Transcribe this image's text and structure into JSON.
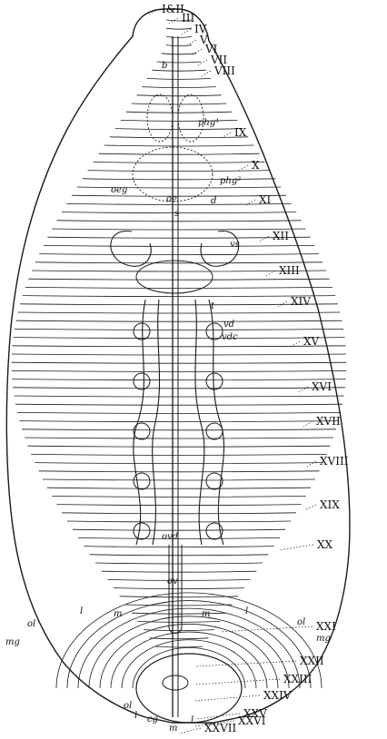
{
  "figure": {
    "segment_labels": [
      "I&II",
      "III",
      "IV",
      "V",
      "VI",
      "VII",
      "VIII",
      "IX",
      "X",
      "XI",
      "XII",
      "XIII",
      "XIV",
      "XV",
      "XVI",
      "XVII",
      "XVIII",
      "XIX",
      "XX",
      "XXI",
      "XXII",
      "XXIII",
      "XXIV",
      "XXV",
      "XXVI",
      "XXVII"
    ],
    "organ_labels": {
      "phg1": "phg¹",
      "phg2": "phg²",
      "oeg": "oeg",
      "oe": "oe",
      "s": "s",
      "vs": "vs",
      "vd": "vd",
      "vdc": "vdc",
      "ovd": "ovd",
      "ov": "ov",
      "t": "t",
      "m": "m",
      "l": "l",
      "ol": "ol",
      "mg": "mg",
      "cg": "cg",
      "b": "b",
      "d": "d"
    }
  }
}
